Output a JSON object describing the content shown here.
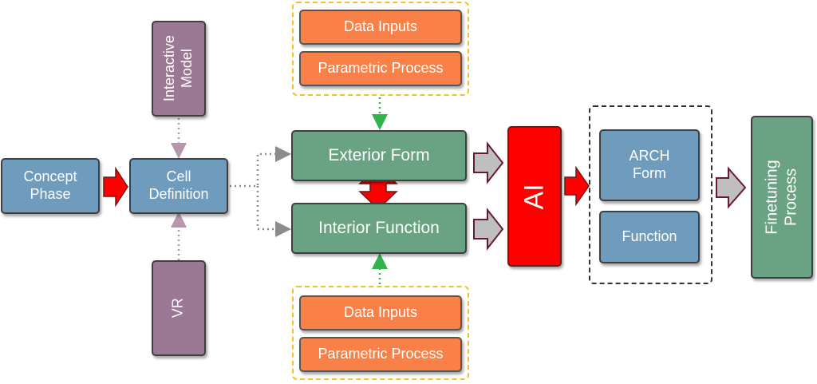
{
  "nodes": {
    "concept_phase": "Concept\nPhase",
    "cell_definition": "Cell\nDefinition",
    "interactive_model": "Interactive\nModel",
    "vr": "VR",
    "exterior_form": "Exterior Form",
    "interior_function": "Interior Function",
    "ai": "AI",
    "arch_form": "ARCH\nForm",
    "function": "Function",
    "finetuning_process": "Finetuning\nProcess"
  },
  "top_group": {
    "data_inputs": "Data Inputs",
    "parametric_process": "Parametric Process"
  },
  "bottom_group": {
    "data_inputs": "Data Inputs",
    "parametric_process": "Parametric Process"
  },
  "colors": {
    "blue": "#6f9cbc",
    "purple": "#9b7893",
    "green": "#6aa384",
    "orange": "#f98046",
    "red": "#ff0000",
    "yellow_dash": "#f2c12a",
    "green_dots": "#2fb34a",
    "purple_dots": "#b796b0",
    "gray_dots": "#8c8c8c"
  }
}
